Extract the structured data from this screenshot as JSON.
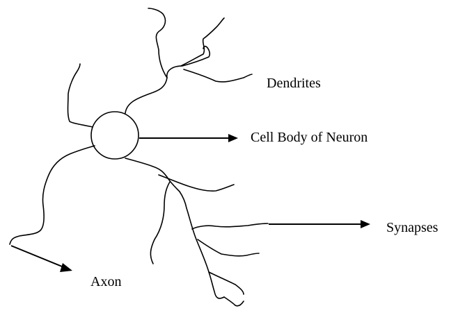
{
  "diagram": {
    "labels": {
      "dendrites": "Dendrites",
      "cell_body": "Cell Body of Neuron",
      "synapses": "Synapses",
      "axon": "Axon"
    },
    "colors": {
      "ink": "#000000",
      "background": "#ffffff"
    }
  }
}
